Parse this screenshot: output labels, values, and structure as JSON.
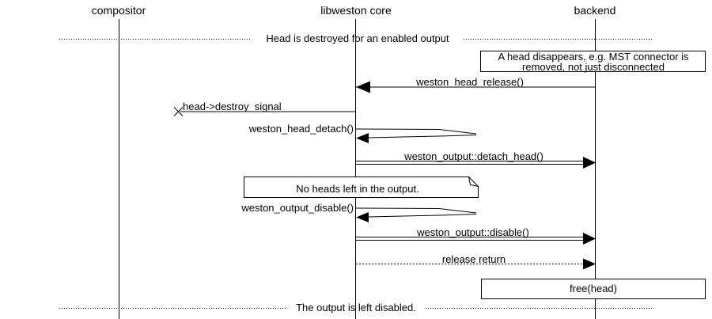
{
  "participants": [
    {
      "name": "compositor"
    },
    {
      "name": "libweston core"
    },
    {
      "name": "backend"
    }
  ],
  "dividers": [
    {
      "label": "Head is destroyed for an enabled output"
    },
    {
      "label": "The output is left disabled."
    }
  ],
  "notes": [
    {
      "line1": "A head disappears, e.g. MST connector is",
      "line2": "removed, not just disconnected"
    },
    {
      "line1": "No heads left in the output."
    }
  ],
  "messages": [
    {
      "label": "weston_head_release()",
      "from": "backend",
      "to": "libweston core",
      "style": "solid-call"
    },
    {
      "label": "head->destroy_signal",
      "from": "libweston core",
      "to": "compositor",
      "style": "lost-signal"
    },
    {
      "label": "weston_head_detach()",
      "from": "libweston core",
      "to": "libweston core",
      "style": "self-call"
    },
    {
      "label": "weston_output::detach_head()",
      "from": "libweston core",
      "to": "backend",
      "style": "double-call"
    },
    {
      "label": "weston_output_disable()",
      "from": "libweston core",
      "to": "libweston core",
      "style": "self-call"
    },
    {
      "label": "weston_output::disable()",
      "from": "libweston core",
      "to": "backend",
      "style": "double-call"
    },
    {
      "label": "release return",
      "from": "libweston core",
      "to": "backend",
      "style": "dotted-return"
    }
  ],
  "action_box": {
    "label": "free(head)"
  },
  "colors": {
    "line": "#000000",
    "background": "#ffffff"
  }
}
